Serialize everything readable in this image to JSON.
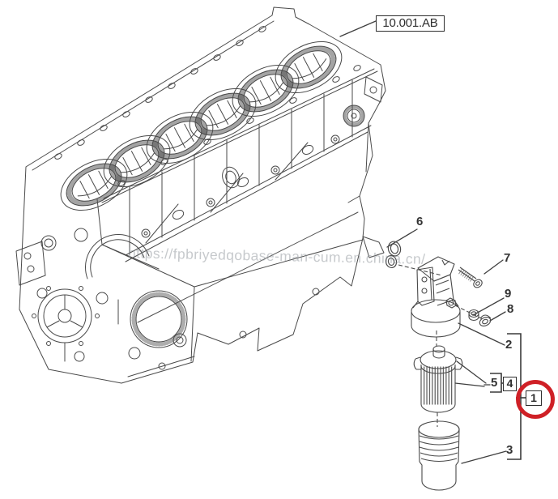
{
  "diagram": {
    "ref_box": {
      "label": "10.001.AB"
    },
    "watermark": "https://fpbriyedqobase-man-cum.en.china.cn/",
    "callouts": [
      {
        "label": "1",
        "boxed": true,
        "highlighted": true
      },
      {
        "label": "2",
        "boxed": false,
        "highlighted": false
      },
      {
        "label": "3",
        "boxed": false,
        "highlighted": false
      },
      {
        "label": "4",
        "boxed": true,
        "highlighted": false
      },
      {
        "label": "5",
        "boxed": false,
        "highlighted": false
      },
      {
        "label": "6",
        "boxed": false,
        "highlighted": false
      },
      {
        "label": "7",
        "boxed": false,
        "highlighted": false
      },
      {
        "label": "8",
        "boxed": false,
        "highlighted": false
      },
      {
        "label": "9",
        "boxed": false,
        "highlighted": false
      }
    ],
    "colors": {
      "highlight": "#cf2026",
      "line": "#4a4a4a",
      "watermark_gray": "#8f959b"
    }
  }
}
